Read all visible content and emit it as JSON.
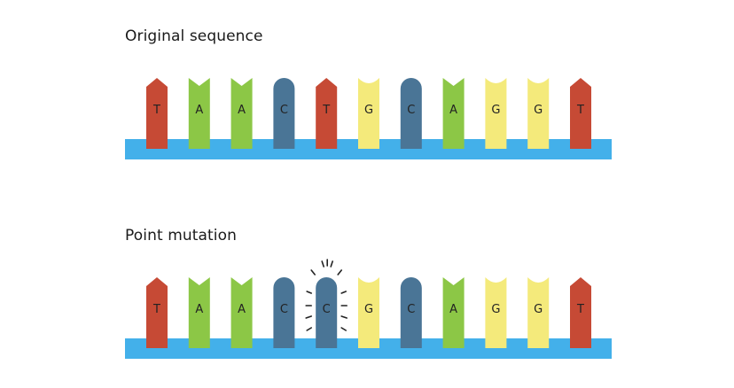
{
  "colors": {
    "T": "#c64a35",
    "A": "#8cc746",
    "C": "#4a7596",
    "G": "#f4ea7b",
    "backbone": "#43b0ea",
    "burst": "#222222"
  },
  "shapes": {
    "T": "arrow-top",
    "A": "notch-top",
    "C": "round-top",
    "G": "concave-top"
  },
  "strands": [
    {
      "title": "Original sequence",
      "bases": [
        "T",
        "A",
        "A",
        "C",
        "T",
        "G",
        "C",
        "A",
        "G",
        "G",
        "T"
      ],
      "mutated_index": null
    },
    {
      "title": "Point mutation",
      "bases": [
        "T",
        "A",
        "A",
        "C",
        "C",
        "G",
        "C",
        "A",
        "G",
        "G",
        "T"
      ],
      "mutated_index": 4
    }
  ]
}
